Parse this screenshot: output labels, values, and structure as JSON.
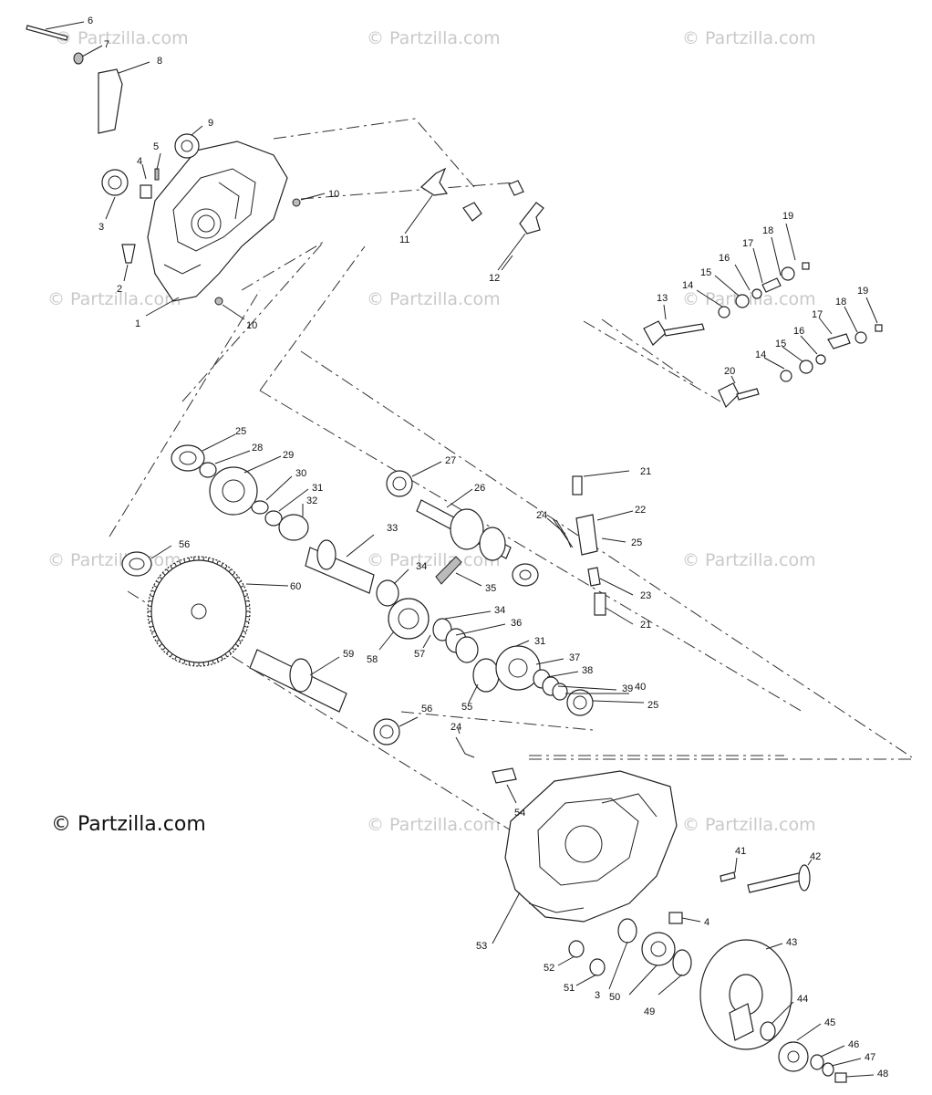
{
  "watermark": "© Partzilla.com",
  "copyright": "© Partzilla.com",
  "callouts": [
    "6",
    "7",
    "8",
    "9",
    "5",
    "4",
    "3",
    "10",
    "2",
    "1",
    "10",
    "11",
    "12",
    "19",
    "18",
    "17",
    "16",
    "15",
    "14",
    "13",
    "19",
    "18",
    "17",
    "16",
    "15",
    "14",
    "20",
    "25",
    "28",
    "29",
    "30",
    "31",
    "32",
    "27",
    "26",
    "21",
    "24",
    "22",
    "25",
    "23",
    "21",
    "56",
    "60",
    "33",
    "34",
    "35",
    "34",
    "36",
    "58",
    "57",
    "31",
    "37",
    "38",
    "39",
    "40",
    "25",
    "59",
    "56",
    "55",
    "24",
    "54",
    "41",
    "42",
    "4",
    "53",
    "52",
    "51",
    "3",
    "50",
    "49",
    "43",
    "44",
    "45",
    "46",
    "47",
    "48"
  ]
}
